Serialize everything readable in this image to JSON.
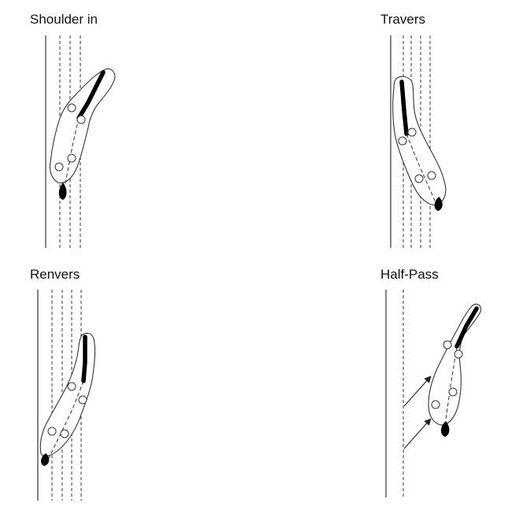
{
  "panels": [
    {
      "id": "shoulder-in",
      "title": "Shoulder in"
    },
    {
      "id": "travers",
      "title": "Travers"
    },
    {
      "id": "renvers",
      "title": "Renvers"
    },
    {
      "id": "half-pass",
      "title": "Half-Pass"
    }
  ]
}
